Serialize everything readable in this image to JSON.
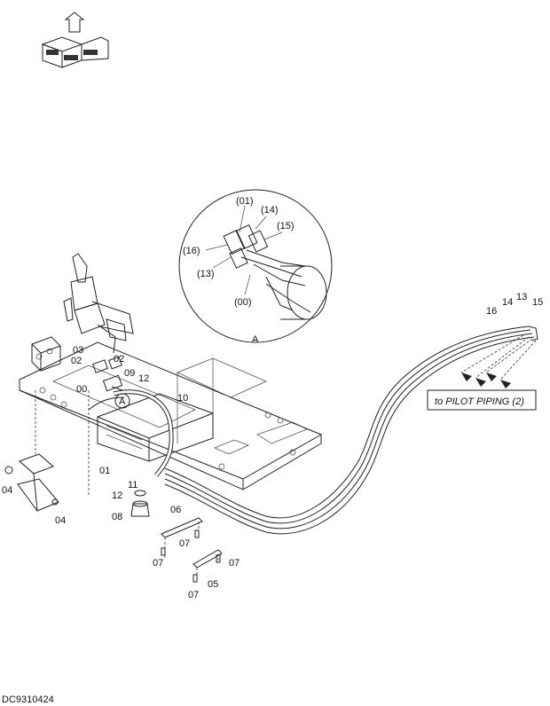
{
  "diagram": {
    "drawing_code": "DC9310424",
    "detail_view_label": "A",
    "reference_note": "to PILOT PIPING (2)",
    "callout_a": "A",
    "detail_parts": [
      "(01)",
      "(14)",
      "(15)",
      "(16)",
      "(13)",
      "(00)"
    ],
    "part_labels": [
      "16",
      "14",
      "13",
      "15",
      "03",
      "02",
      "02",
      "09",
      "12",
      "00",
      "10",
      "04",
      "04",
      "01",
      "11",
      "12",
      "08",
      "06",
      "07",
      "07",
      "07",
      "05",
      "07"
    ],
    "orientation_icon": "orientation-cube-icon",
    "colors": {
      "line": "#222222",
      "background": "#ffffff"
    }
  }
}
